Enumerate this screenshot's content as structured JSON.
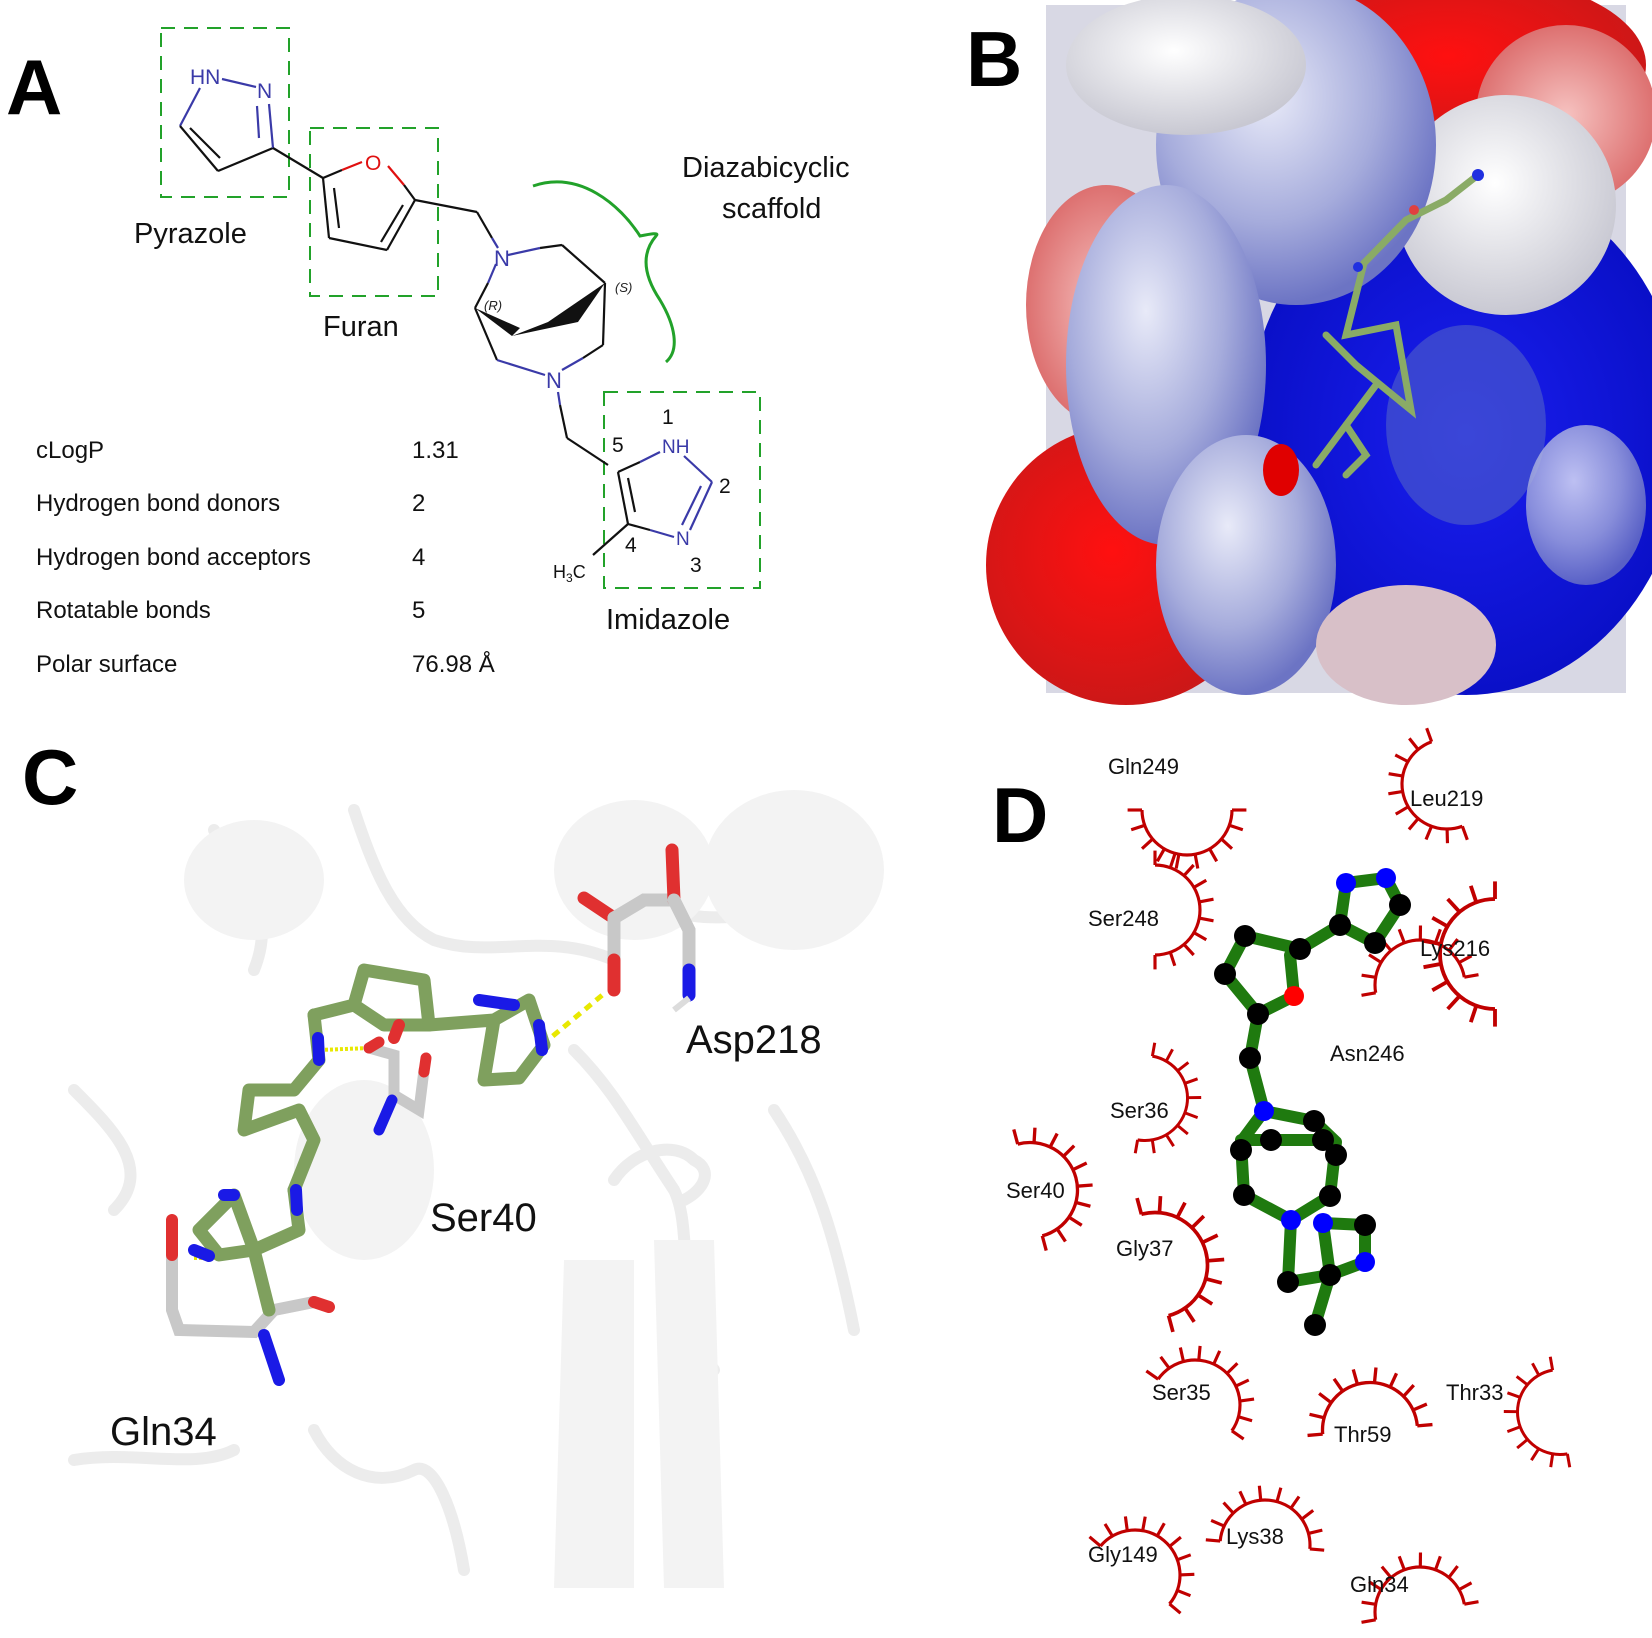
{
  "panels": {
    "a": {
      "letter": "A",
      "groups": {
        "pyrazole": "Pyrazole",
        "furan": "Furan",
        "scaffold_line1": "Diazabicyclic",
        "scaffold_line2": "scaffold",
        "imidazole": "Imidazole"
      },
      "atoms": {
        "pyrazole_nh": "HN",
        "pyrazole_n": "N",
        "furan_o": "O",
        "scaffold_n1": "N",
        "scaffold_n2": "N",
        "stereo_r": "(R)",
        "stereo_s": "(S)",
        "imid_nh": "NH",
        "imid_n": "N",
        "methyl": "H3C",
        "pos1": "1",
        "pos2": "2",
        "pos3": "3",
        "pos4": "4",
        "pos5": "5"
      },
      "properties": [
        {
          "name": "cLogP",
          "value": "1.31"
        },
        {
          "name": "Hydrogen bond donors",
          "value": "2"
        },
        {
          "name": "Hydrogen bond acceptors",
          "value": "4"
        },
        {
          "name": "Rotatable bonds",
          "value": "5"
        },
        {
          "name": "Polar surface",
          "value": "76.98 Å"
        }
      ],
      "colors": {
        "box": "#22a22a",
        "nitrogen": "#3a3aa8",
        "oxygen": "#e01010",
        "bond": "#111111"
      }
    },
    "b": {
      "letter": "B",
      "description": "Electrostatic surface with ligand in binding groove",
      "colors": {
        "positive": "#0a12e0",
        "negative": "#e00000",
        "neutral": "#f0f0f0",
        "ligand": "#8aab66"
      }
    },
    "c": {
      "letter": "C",
      "residues": [
        {
          "name": "Asp218"
        },
        {
          "name": "Ser40"
        },
        {
          "name": "Gln34"
        }
      ],
      "colors": {
        "ligand": "#7fa05e",
        "residue": "#c8c8c8",
        "hbond": "#e8e800",
        "nitrogen": "#1a1ae6",
        "oxygen": "#e02020"
      }
    },
    "d": {
      "letter": "D",
      "residues": [
        {
          "name": "Gln249"
        },
        {
          "name": "Leu219"
        },
        {
          "name": "Ser248"
        },
        {
          "name": "Lys216"
        },
        {
          "name": "Asn246"
        },
        {
          "name": "Ser36"
        },
        {
          "name": "Ser40"
        },
        {
          "name": "Gly37"
        },
        {
          "name": "Ser35"
        },
        {
          "name": "Thr33"
        },
        {
          "name": "Thr59"
        },
        {
          "name": "Gly149"
        },
        {
          "name": "Lys38"
        },
        {
          "name": "Gln34"
        }
      ],
      "colors": {
        "arc": "#c00000",
        "bond": "#1f7a0f",
        "carbon": "#000000",
        "nitrogen": "#0000ff",
        "oxygen": "#ff0000"
      }
    }
  }
}
